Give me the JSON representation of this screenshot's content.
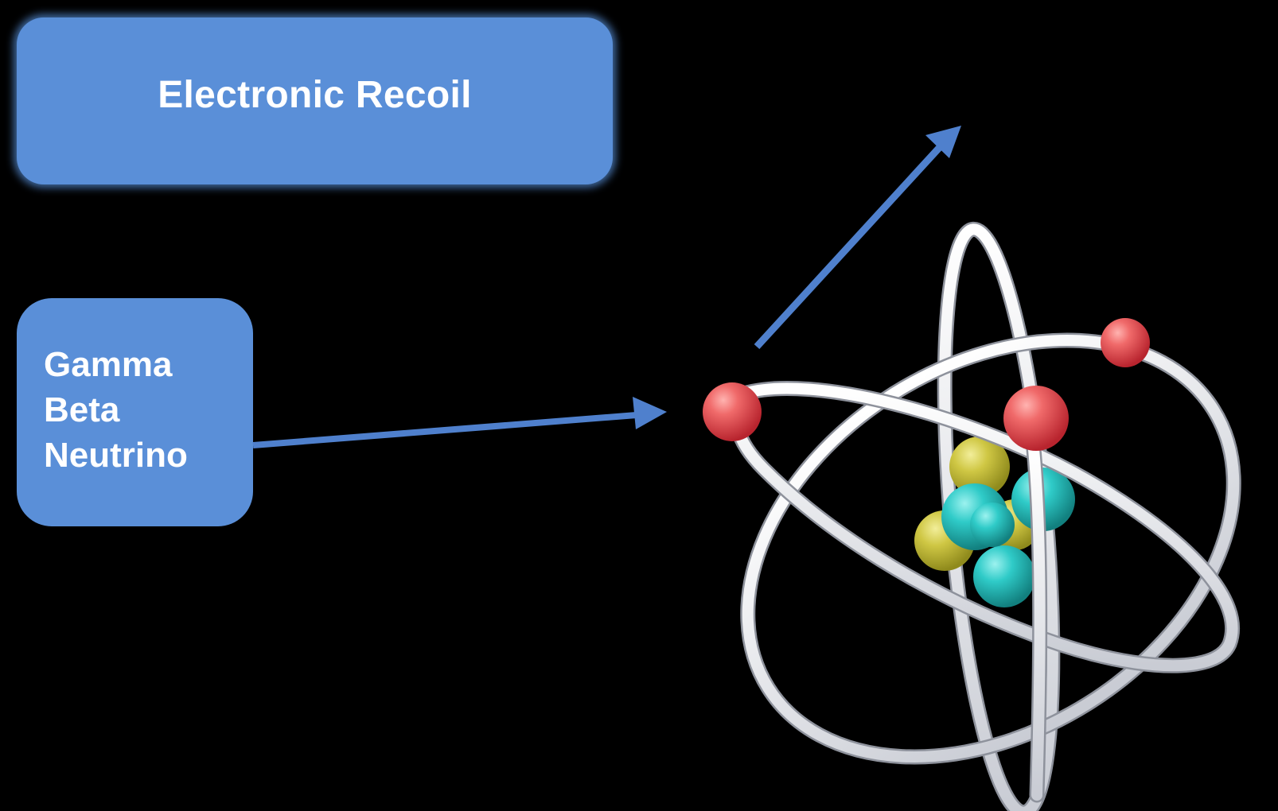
{
  "recoil_box": {
    "label": "Electronic Recoil"
  },
  "source_box": {
    "items": [
      "Gamma",
      "Beta",
      "Neutrino"
    ]
  },
  "colors": {
    "background": "#000000",
    "box_fill": "#5a8fd8",
    "arrow": "#4f80cd",
    "electron": "#e8535a",
    "proton": "#c8c23a",
    "neutron": "#27c3c3",
    "orbit": "#e6e8ee"
  },
  "icons": {
    "atom": "atom-illustration",
    "incoming": "arrow-right-icon",
    "outgoing": "arrow-up-right-icon"
  }
}
